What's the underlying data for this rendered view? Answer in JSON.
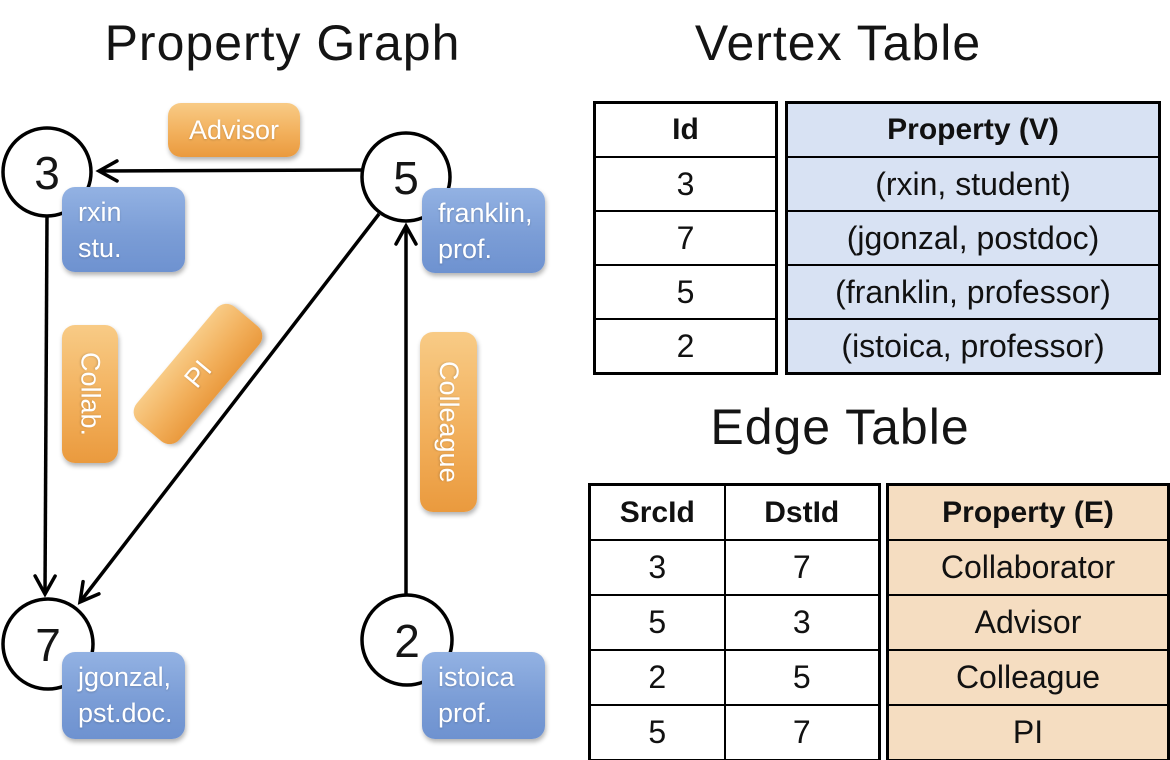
{
  "graph": {
    "title": "Property Graph",
    "vertices": [
      {
        "id": "3",
        "label_lines": [
          "rxin",
          "stu."
        ]
      },
      {
        "id": "5",
        "label_lines": [
          "franklin,",
          "prof."
        ]
      },
      {
        "id": "7",
        "label_lines": [
          "jgonzal,",
          "pst.doc."
        ]
      },
      {
        "id": "2",
        "label_lines": [
          "istoica",
          "prof."
        ]
      }
    ],
    "edge_labels": {
      "advisor": "Advisor",
      "collab": "Collab.",
      "pi": "PI",
      "colleague": "Colleague"
    }
  },
  "vertex_table": {
    "title": "Vertex Table",
    "id_header": "Id",
    "property_header": "Property (V)",
    "rows": [
      {
        "id": "3",
        "property": "(rxin, student)"
      },
      {
        "id": "7",
        "property": "(jgonzal, postdoc)"
      },
      {
        "id": "5",
        "property": "(franklin, professor)"
      },
      {
        "id": "2",
        "property": "(istoica, professor)"
      }
    ]
  },
  "edge_table": {
    "title": "Edge Table",
    "src_header": "SrcId",
    "dst_header": "DstId",
    "property_header": "Property (E)",
    "rows": [
      {
        "src": "3",
        "dst": "7",
        "property": "Collaborator"
      },
      {
        "src": "5",
        "dst": "3",
        "property": "Advisor"
      },
      {
        "src": "2",
        "dst": "5",
        "property": "Colleague"
      },
      {
        "src": "5",
        "dst": "7",
        "property": "PI"
      }
    ]
  },
  "colors": {
    "edge_label_orange": "#eea24a",
    "vertex_box_blue": "#7d9fd7",
    "vertex_cell_blue": "#d8e2f3",
    "edge_cell_tan": "#f5ddc1",
    "line_black": "#000000"
  }
}
